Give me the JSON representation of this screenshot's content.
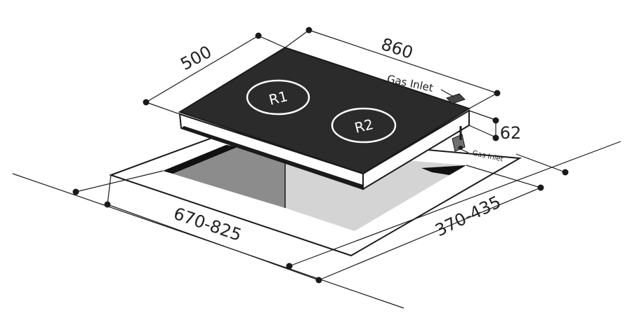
{
  "dimensions": {
    "depth": "500",
    "width": "860",
    "height": "62",
    "cutout_width": "670-825",
    "cutout_depth": "370-435"
  },
  "labels": {
    "gas_inlet_top": "Gas Inlet",
    "gas_inlet_side": "Gas Inlet"
  },
  "burners": [
    {
      "label": "R1"
    },
    {
      "label": "R2"
    }
  ],
  "colors": {
    "glass": "#2b2b2b",
    "outline": "#1a1a1a",
    "cavity_left": "#8c8c8c",
    "cavity_right": "#d4d4d4",
    "cavity_dark": "#111111"
  }
}
